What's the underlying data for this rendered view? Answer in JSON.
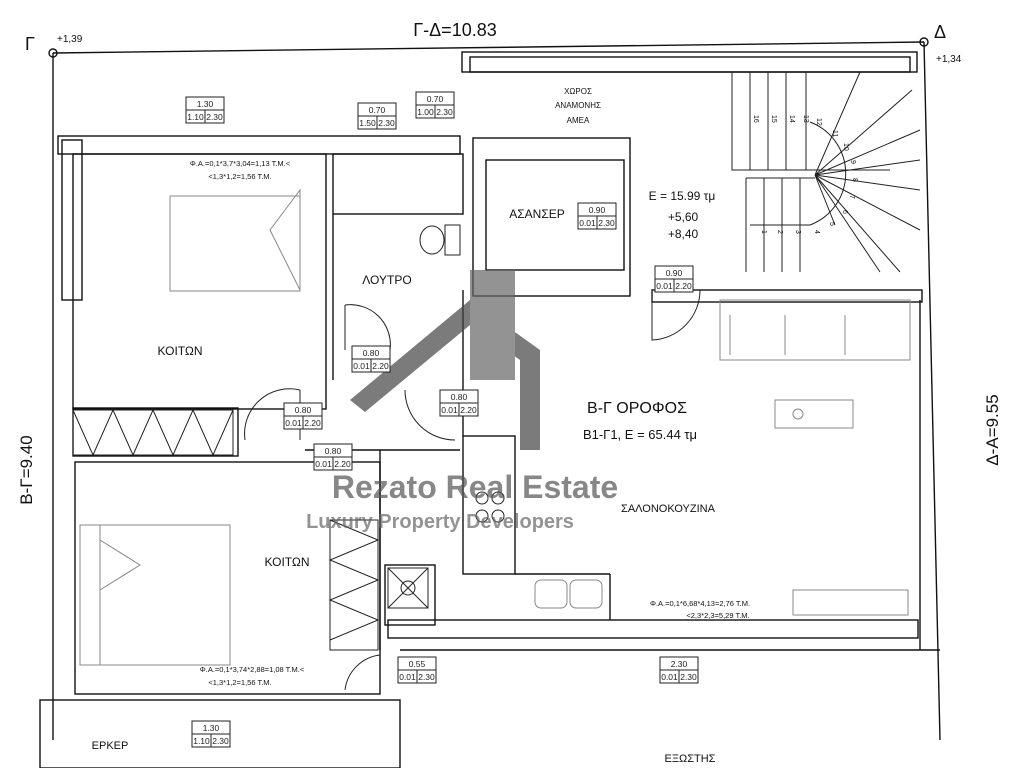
{
  "dimensions": {
    "top": "Γ-Δ=10.83",
    "left": "Β-Γ=9.40",
    "right": "Δ-Α=9.55",
    "corner_gamma": "Γ",
    "corner_gamma_level": "+1,39",
    "corner_delta": "Δ",
    "corner_delta_level": "+1,34"
  },
  "rooms": {
    "bedroom1": "ΚΟΙΤΩΝ",
    "bathroom": "ΛΟΥΤΡΟ",
    "elevator": "ΑΣΑΝΣΕΡ",
    "waiting_line1": "ΧΩΡΟΣ",
    "waiting_line2": "ΑΝΑΜΟΝΗΣ",
    "waiting_line3": "ΑΜΕΑ",
    "stair_area": "Ε = 15.99 τμ",
    "stair_level1": "+5,60",
    "stair_level2": "+8,40",
    "floor_title": "Β-Γ ΟΡΟΦΟΣ",
    "floor_subtitle": "Β1-Γ1, Ε = 65.44 τμ",
    "living_kitchen": "ΣΑΛΟΝΟΚΟΥΖΙΝΑ",
    "bedroom2": "ΚΟΙΤΩΝ",
    "bay": "ΕΡΚΕΡ",
    "balcony": "ΕΞΩΣΤΗΣ"
  },
  "notes": {
    "bed1_a": "Φ.Α.=0,1*3,7*3,04=1,13 Τ.Μ.<",
    "bed1_b": "<1,3*1,2=1,56 Τ.Μ.",
    "bed2_a": "Φ.Α.=0,1*3,74*2,88=1,08 Τ.Μ.<",
    "bed2_b": "<1,3*1,2=1,56 Τ.Μ.",
    "living_a": "Φ.Α.=0,1*6,68*4,13=2,76 Τ.Μ.",
    "living_b": "<2,3*2,3=5,29 Τ.Μ."
  },
  "openings": [
    {
      "w": "1.30",
      "a": "1.10",
      "h": "2.30"
    },
    {
      "w": "0.70",
      "a": "1.50",
      "h": "2.30"
    },
    {
      "w": "0.70",
      "a": "1.00",
      "h": "2.30"
    },
    {
      "w": "0.90",
      "a": "0.01",
      "h": "2.30"
    },
    {
      "w": "0.90",
      "a": "0.01",
      "h": "2.20"
    },
    {
      "w": "0.80",
      "a": "0.01",
      "h": "2.20"
    },
    {
      "w": "0.80",
      "a": "0.01",
      "h": "2.20"
    },
    {
      "w": "0.80",
      "a": "0.01",
      "h": "2.20"
    },
    {
      "w": "0.80",
      "a": "0.01",
      "h": "2.20"
    },
    {
      "w": "0.55",
      "a": "0.01",
      "h": "2.30"
    },
    {
      "w": "2.30",
      "a": "0.01",
      "h": "2.30"
    },
    {
      "w": "1.30",
      "a": "1.10",
      "h": "2.30"
    }
  ],
  "stairs": [
    "1",
    "2",
    "3",
    "4",
    "5",
    "6",
    "7",
    "8",
    "9",
    "10",
    "11",
    "12",
    "13",
    "14",
    "15",
    "16"
  ],
  "watermark": {
    "name": "Rezato Real Estate",
    "tagline": "Luxury Property Developers"
  }
}
